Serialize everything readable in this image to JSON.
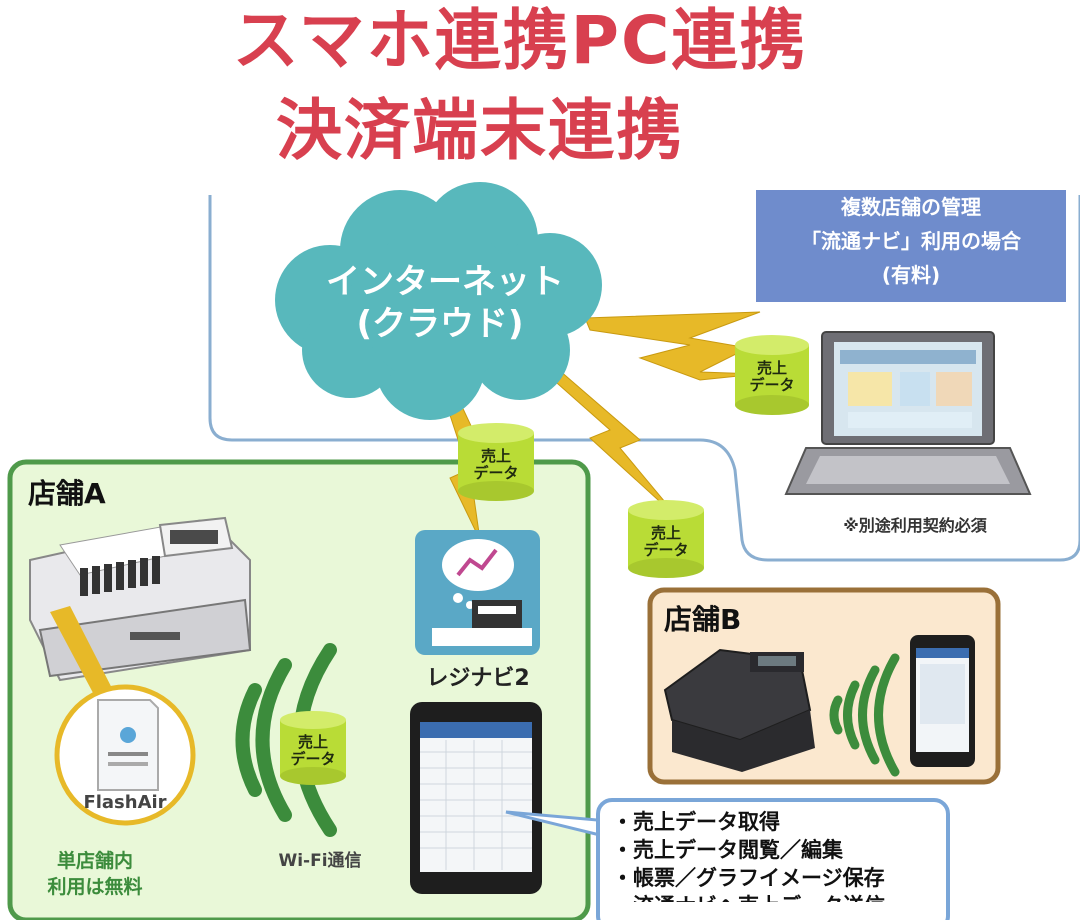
{
  "title": {
    "line1": "スマホ連携PC連携",
    "line2": "決済端末連携"
  },
  "cloud": {
    "line1": "インターネット",
    "line2": "(クラウド)"
  },
  "multi_store_box": {
    "line1": "複数店舗の管理",
    "line2": "「流通ナビ」利用の場合",
    "line3": "(有料)"
  },
  "pc_note": "※別途利用契約必須",
  "data_badge": {
    "line1": "売上",
    "line2": "データ"
  },
  "store_a": {
    "label": "店舗A",
    "flashair_label": "FlashAir",
    "free_note_line1": "単店舗内",
    "free_note_line2": "利用は無料",
    "wifi_label": "Wi-Fi通信"
  },
  "store_b": {
    "label": "店舗B"
  },
  "app": {
    "label": "レジナビ2"
  },
  "features": [
    "・売上データ取得",
    "・売上データ閲覧／編集",
    "・帳票／グラフイメージ保存",
    "・流通ナビへ売上データ送信"
  ],
  "colors": {
    "title": "#d8404f",
    "cloud": "#58b8bc",
    "store_a_bg": "#e9f8d8",
    "store_a_border": "#4f9a4a",
    "store_b_bg": "#fbe8cf",
    "store_b_border": "#9a7038",
    "badge": "#b9dc36",
    "lightning": "#e7b928",
    "note_box": "#6f8ccc"
  }
}
